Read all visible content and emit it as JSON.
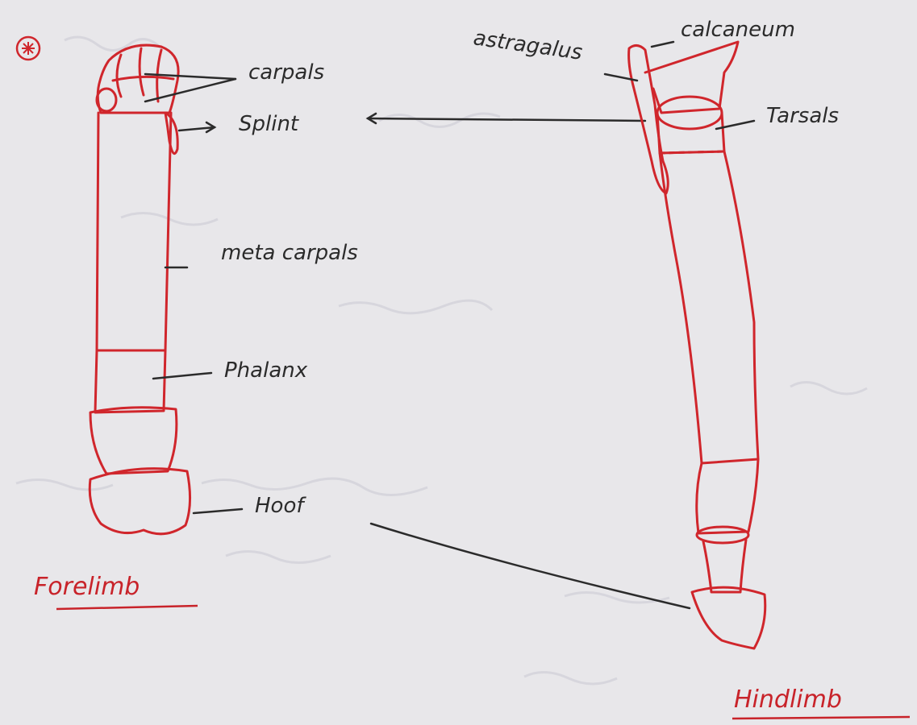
{
  "colors": {
    "paper": "#e8e7ea",
    "bone_ink": "#d0262c",
    "label_ink": "#2b2b2b",
    "title_ink": "#c8232a",
    "underline": "#c8232a",
    "watermark": "#c9c9d2"
  },
  "icons": {
    "marker": "asterisk-in-circle-icon"
  },
  "forelimb": {
    "title": "Forelimb",
    "labels": {
      "carpals": "carpals",
      "splint": "Splint",
      "metacarpals": "meta carpals",
      "phalanx": "Phalanx",
      "hoof": "Hoof"
    }
  },
  "hindlimb": {
    "title": "Hindlimb",
    "labels": {
      "astragalus": "astragalus",
      "calcaneum": "calcaneum",
      "tarsals": "Tarsals"
    }
  }
}
